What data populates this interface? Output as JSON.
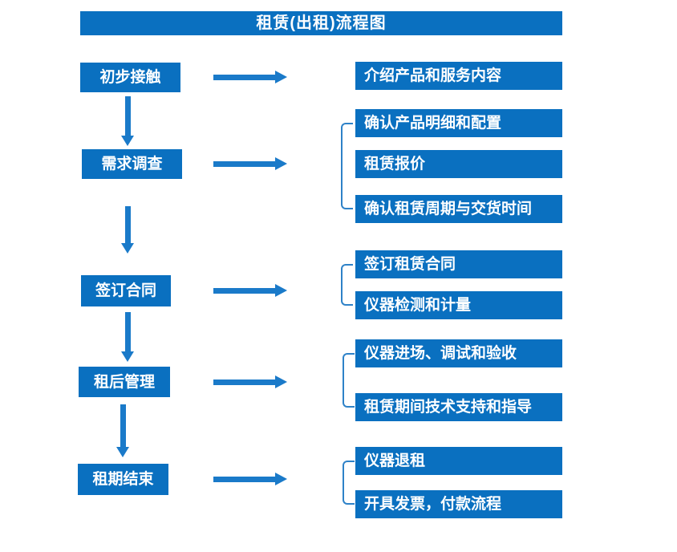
{
  "title": "租赁(出租)流程图",
  "colors": {
    "box_fill": "#0a70c0",
    "arrow": "#1a7ac9",
    "bracket": "#2e82c8",
    "text": "#ffffff",
    "background": "#ffffff"
  },
  "steps": [
    {
      "label": "初步接触",
      "details": [
        "介绍产品和服务内容"
      ]
    },
    {
      "label": "需求调查",
      "details": [
        "确认产品明细和配置",
        "租赁报价",
        "确认租赁周期与交货时间"
      ]
    },
    {
      "label": "签订合同",
      "details": [
        "签订租赁合同",
        "仪器检测和计量"
      ]
    },
    {
      "label": "租后管理",
      "details": [
        "仪器进场、调试和验收",
        "租赁期间技术支持和指导"
      ]
    },
    {
      "label": "租期结束",
      "details": [
        "仪器退租",
        "开具发票，付款流程"
      ]
    }
  ]
}
